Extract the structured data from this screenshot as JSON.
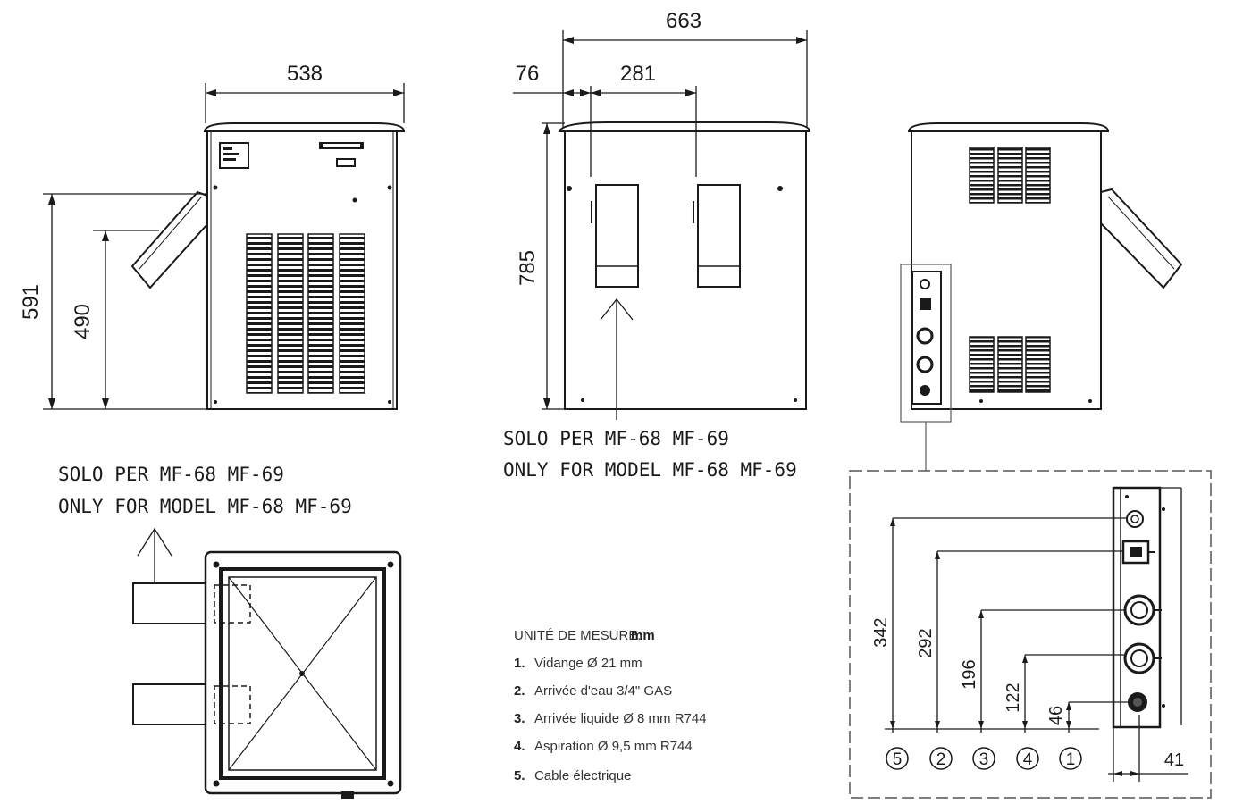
{
  "dimensions": {
    "front_width": "538",
    "front_height_total": "591",
    "front_height_chute": "490",
    "side_width": "663",
    "side_offset": "76",
    "side_spacing": "281",
    "side_height": "785",
    "conn_342": "342",
    "conn_292": "292",
    "conn_196": "196",
    "conn_122": "122",
    "conn_46": "46",
    "conn_41": "41"
  },
  "notes": {
    "model_note_line1": "SOLO PER MF-68 MF-69",
    "model_note_line2": "ONLY FOR MODEL MF-68 MF-69"
  },
  "legend": {
    "title": "UNITÉ DE MESURE:",
    "unit": "mm",
    "items": [
      {
        "num": "1.",
        "text": "Vidange Ø 21 mm"
      },
      {
        "num": "2.",
        "text": "Arrivée d'eau 3/4\" GAS"
      },
      {
        "num": "3.",
        "text": "Arrivée liquide Ø 8 mm R744"
      },
      {
        "num": "4.",
        "text": "Aspiration Ø 9,5 mm  R744"
      },
      {
        "num": "5.",
        "text": "Cable électrique"
      }
    ]
  },
  "connection_markers": [
    "5",
    "2",
    "3",
    "4",
    "1"
  ]
}
